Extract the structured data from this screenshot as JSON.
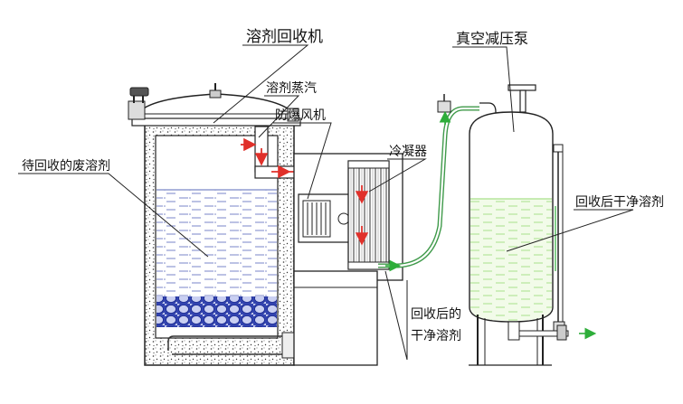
{
  "labels": {
    "machine": "溶剂回收机",
    "vapor": "溶剂蒸汽",
    "fan": "防爆风机",
    "condenser": "冷凝器",
    "waste_solvent": "待回收的废溶剂",
    "vacuum_pump": "真空减压泵",
    "clean_solvent_tank": "回收后干净溶剂",
    "clean_solvent_line1": "回收后的",
    "clean_solvent_line2": "干净溶剂"
  },
  "colors": {
    "line": "#222222",
    "liquid": "#7a86c8",
    "dark_liquid": "#2b3aa8",
    "clean_liquid": "#a8e08a",
    "flow_red": "#e0302a",
    "flow_green": "#2eae3a",
    "pipe": "#3f9a4a"
  }
}
